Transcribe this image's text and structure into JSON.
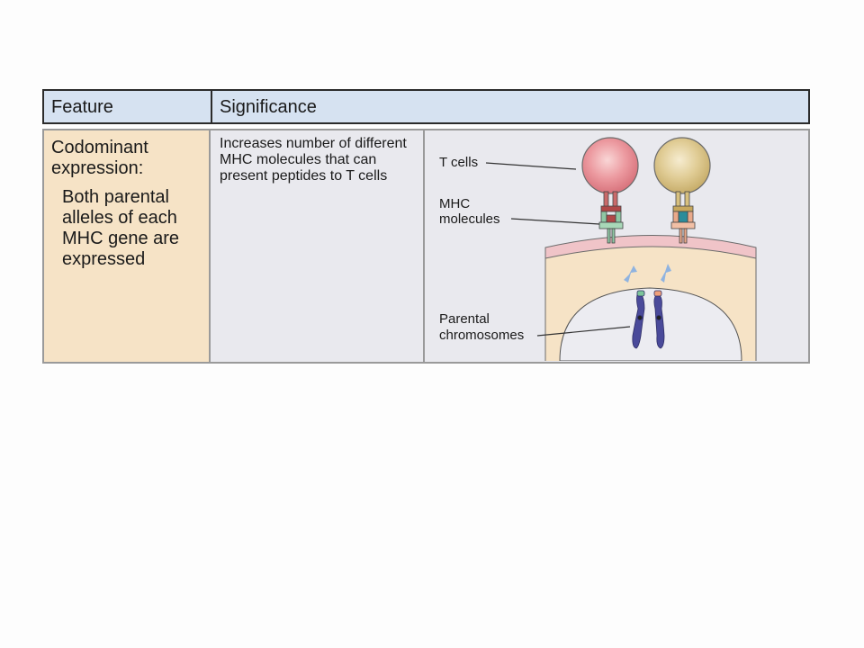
{
  "table": {
    "headers": {
      "feature": "Feature",
      "significance": "Significance"
    },
    "row": {
      "feature_title": "Codominant expression:",
      "feature_desc": "Both parental alleles of each MHC gene are expressed",
      "significance": "Increases number of different MHC molecules that can present peptides to T cells"
    }
  },
  "diagram": {
    "labels": {
      "t_cells": "T cells",
      "mhc_line1": "MHC",
      "mhc_line2": "molecules",
      "parental_line1": "Parental",
      "parental_line2": "chromosomes"
    }
  },
  "colors": {
    "header_bg": "#d6e2f1",
    "feature_bg": "#f6e3c6",
    "t_cell_pink": "#e58a92",
    "t_cell_tan": "#d9c38a",
    "chromosome": "#4a4a9a",
    "arrow": "#8fb3e0"
  }
}
